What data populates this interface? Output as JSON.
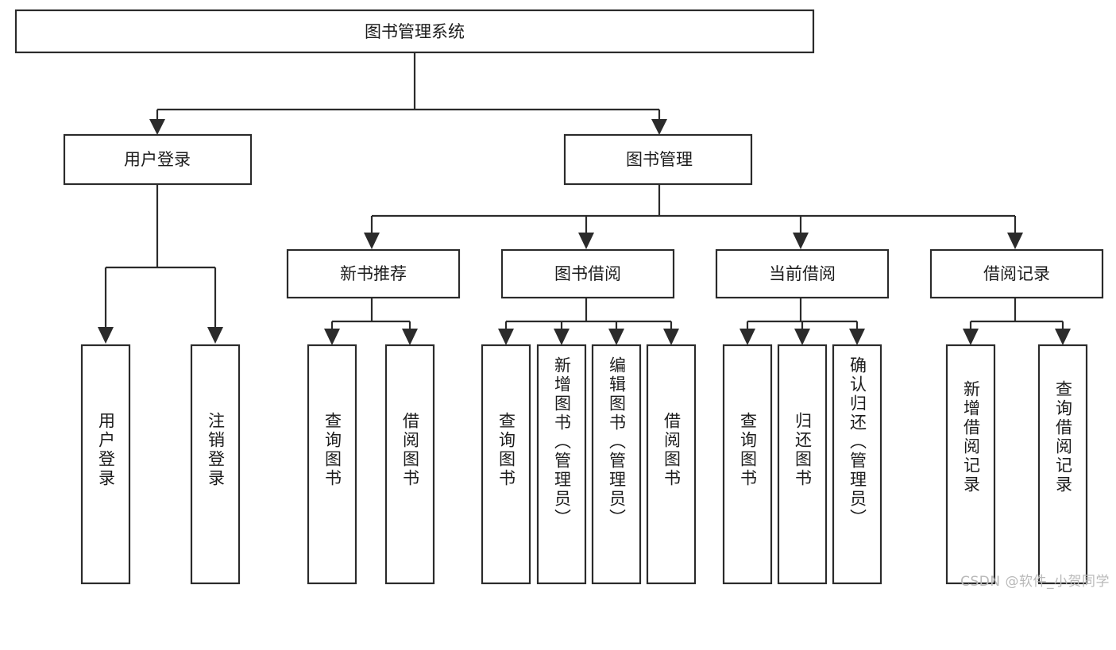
{
  "diagram": {
    "type": "tree-hierarchy",
    "title": "图书管理系统",
    "orientation": "top-down",
    "colors": {
      "background": "#ffffff",
      "box_fill": "#ffffff",
      "box_stroke": "#2b2b2b",
      "text": "#1c1c1c",
      "watermark": "#b9b9b9"
    },
    "root": {
      "label": "图书管理系统"
    },
    "level2": [
      {
        "label": "用户登录"
      },
      {
        "label": "图书管理"
      }
    ],
    "level3": [
      {
        "label": "新书推荐"
      },
      {
        "label": "图书借阅"
      },
      {
        "label": "当前借阅"
      },
      {
        "label": "借阅记录"
      }
    ],
    "leaves": {
      "user_login": [
        {
          "label": "用户登录"
        },
        {
          "label": "注销登录"
        }
      ],
      "new_book_recommend": [
        {
          "label": "查询图书"
        },
        {
          "label": "借阅图书"
        }
      ],
      "book_borrow": [
        {
          "label": "查询图书"
        },
        {
          "label": "新增图书（管理员）"
        },
        {
          "label": "编辑图书（管理员）"
        },
        {
          "label": "借阅图书"
        }
      ],
      "current_borrow": [
        {
          "label": "查询图书"
        },
        {
          "label": "归还图书"
        },
        {
          "label": "确认归还（管理员）"
        }
      ],
      "borrow_records": [
        {
          "label": "新增借阅记录"
        },
        {
          "label": "查询借阅记录"
        }
      ]
    }
  },
  "watermark": {
    "text": "CSDN @软件_小贺同学"
  }
}
